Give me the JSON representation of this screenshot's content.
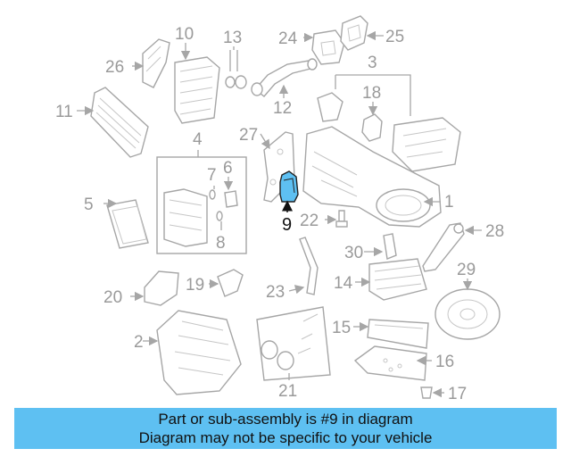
{
  "diagram": {
    "highlighted_part": "9",
    "highlight_color": "#5ec0f2",
    "callouts": [
      {
        "id": "c1",
        "label": "1"
      },
      {
        "id": "c2",
        "label": "2"
      },
      {
        "id": "c3",
        "label": "3"
      },
      {
        "id": "c4",
        "label": "4"
      },
      {
        "id": "c5",
        "label": "5"
      },
      {
        "id": "c6",
        "label": "6"
      },
      {
        "id": "c7",
        "label": "7"
      },
      {
        "id": "c8",
        "label": "8"
      },
      {
        "id": "c9",
        "label": "9"
      },
      {
        "id": "c10",
        "label": "10"
      },
      {
        "id": "c11",
        "label": "11"
      },
      {
        "id": "c12",
        "label": "12"
      },
      {
        "id": "c13",
        "label": "13"
      },
      {
        "id": "c14",
        "label": "14"
      },
      {
        "id": "c15",
        "label": "15"
      },
      {
        "id": "c16",
        "label": "16"
      },
      {
        "id": "c17",
        "label": "17"
      },
      {
        "id": "c18",
        "label": "18"
      },
      {
        "id": "c19",
        "label": "19"
      },
      {
        "id": "c20",
        "label": "20"
      },
      {
        "id": "c21",
        "label": "21"
      },
      {
        "id": "c22",
        "label": "22"
      },
      {
        "id": "c23",
        "label": "23"
      },
      {
        "id": "c24",
        "label": "24"
      },
      {
        "id": "c25",
        "label": "25"
      },
      {
        "id": "c26",
        "label": "26"
      },
      {
        "id": "c27",
        "label": "27"
      },
      {
        "id": "c28",
        "label": "28"
      },
      {
        "id": "c29",
        "label": "29"
      },
      {
        "id": "c30",
        "label": "30"
      }
    ]
  },
  "banner": {
    "line1": "Part or sub-assembly is #9 in diagram",
    "line2": "Diagram may not be specific to your vehicle",
    "background": "#5ec0f2"
  }
}
